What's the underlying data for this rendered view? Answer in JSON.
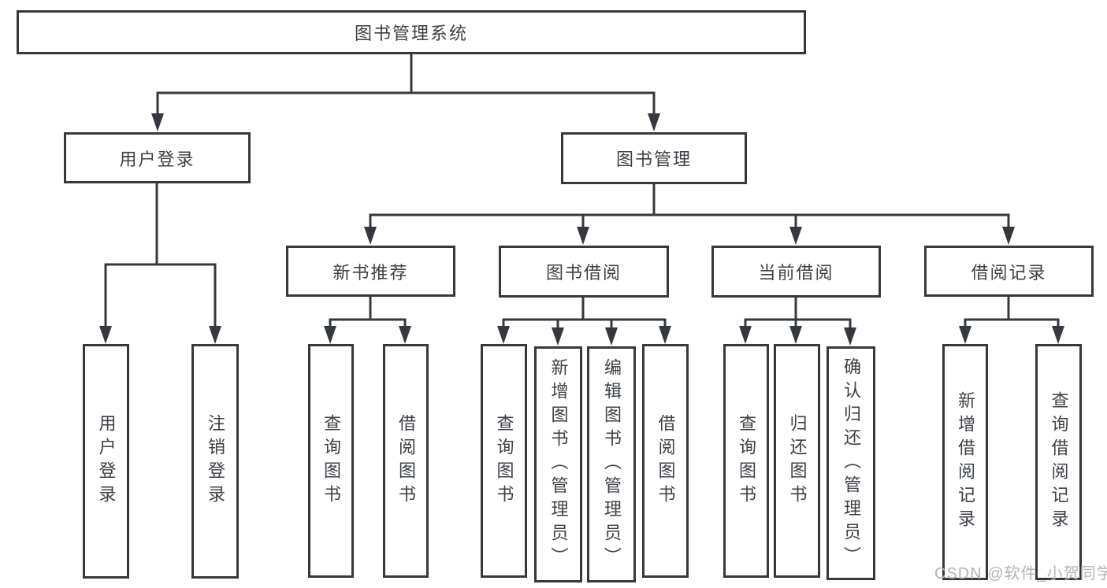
{
  "tree": {
    "label": "图书管理系统",
    "children": [
      {
        "label": "用户登录",
        "children": [
          {
            "label": "用户登录"
          },
          {
            "label": "注销登录"
          }
        ]
      },
      {
        "label": "图书管理",
        "children": [
          {
            "label": "新书推荐",
            "children": [
              {
                "label": "查询图书"
              },
              {
                "label": "借阅图书"
              }
            ]
          },
          {
            "label": "图书借阅",
            "children": [
              {
                "label": "查询图书"
              },
              {
                "label": "新增图书（管理员）"
              },
              {
                "label": "编辑图书（管理员）"
              },
              {
                "label": "借阅图书"
              }
            ]
          },
          {
            "label": "当前借阅",
            "children": [
              {
                "label": "查询图书"
              },
              {
                "label": "归还图书"
              },
              {
                "label": "确认归还（管理员）"
              }
            ]
          },
          {
            "label": "借阅记录",
            "children": [
              {
                "label": "新增借阅记录"
              },
              {
                "label": "查询借阅记录"
              }
            ]
          }
        ]
      }
    ]
  },
  "watermark": "CSDN @软件_小贺同学",
  "colors": {
    "line": "#35383c",
    "box_border": "#35383c",
    "box_fill": "#ffffff",
    "text": "#3c4046",
    "watermark": "#b5b5b5"
  }
}
